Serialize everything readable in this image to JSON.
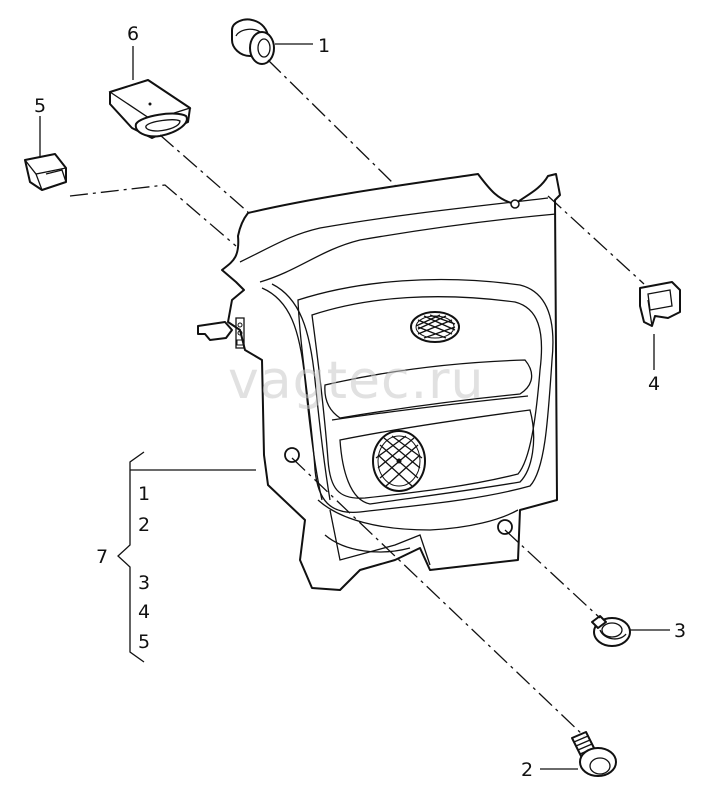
{
  "watermark": "vagtec.ru",
  "callouts": {
    "c1": "1",
    "c2": "2",
    "c3": "3",
    "c4": "4",
    "c5": "5",
    "c6": "6",
    "c7": "7"
  },
  "group7_items": [
    "1",
    "2",
    "3",
    "4",
    "5"
  ]
}
